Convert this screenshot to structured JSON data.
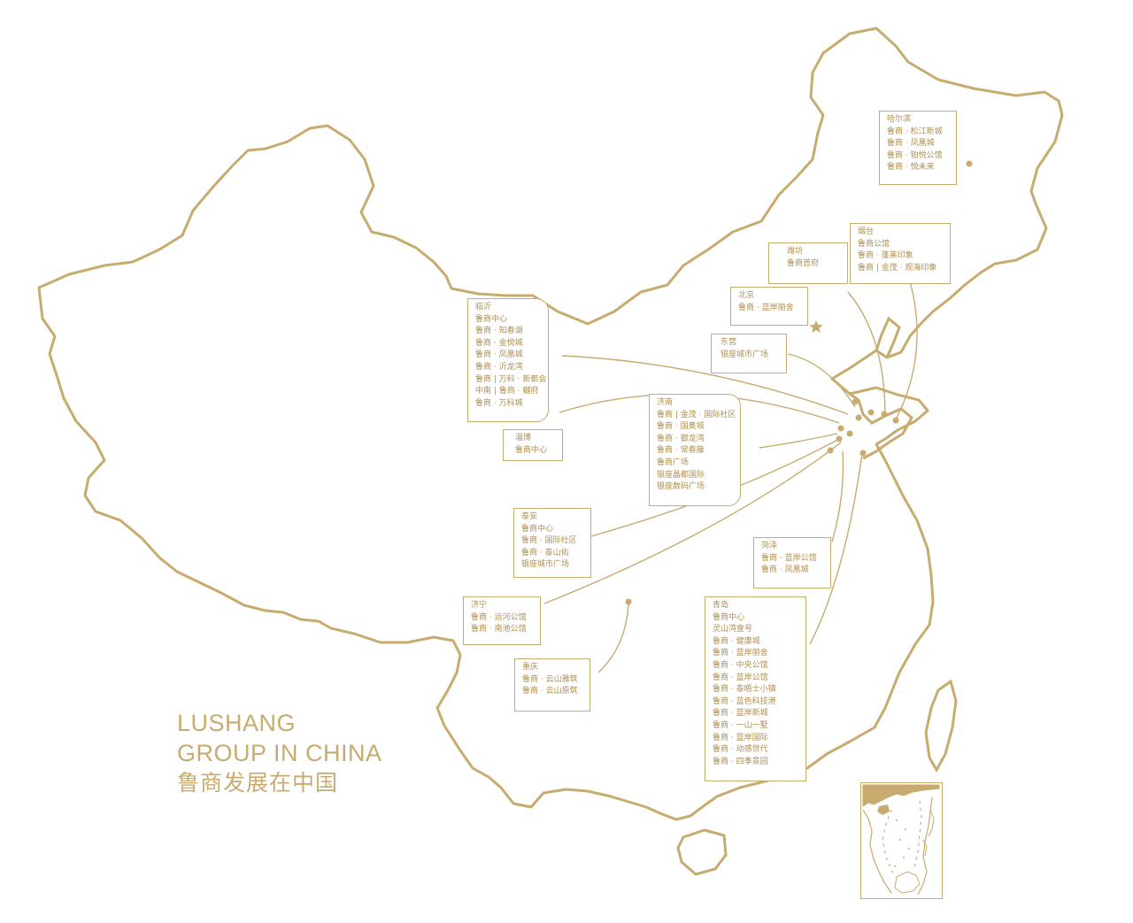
{
  "title": {
    "line1": "LUSHANG",
    "line2": "GROUP IN CHINA",
    "line3": "鲁商发展在中国"
  },
  "colors": {
    "gold": "#c8ab6e",
    "text": "#b08f50",
    "background": "#ffffff"
  },
  "cities": [
    {
      "key": "harbin",
      "name": "哈尔滨",
      "projects": [
        "鲁商 · 松江新城",
        "鲁商 · 凤凰城",
        "鲁商 · 铂悦公馆",
        "鲁商 · 悦未来"
      ]
    },
    {
      "key": "yantai",
      "name": "烟台",
      "projects": [
        "鲁商公馆",
        "鲁商 · 蓬莱印象",
        "鲁商 | 金茂 · 观海印象"
      ]
    },
    {
      "key": "weifang",
      "name": "潍坊",
      "projects": [
        "鲁商首府"
      ]
    },
    {
      "key": "beijing",
      "name": "北京",
      "projects": [
        "鲁商 · 蓝岸丽舍"
      ]
    },
    {
      "key": "dongying",
      "name": "东营",
      "projects": [
        "银座城市广场"
      ]
    },
    {
      "key": "linyi",
      "name": "临沂",
      "projects": [
        "鲁商中心",
        "鲁商 · 知春湖",
        "鲁商 · 金悦城",
        "鲁商 · 凤凰城",
        "鲁商 · 沂龙湾",
        "鲁商 | 万科 · 新都会",
        "中南 | 鲁商 · 樾府",
        "鲁商 · 万科城"
      ]
    },
    {
      "key": "zibo",
      "name": "淄博",
      "projects": [
        "鲁商中心"
      ]
    },
    {
      "key": "jinan",
      "name": "济南",
      "projects": [
        "鲁商 | 金茂 · 国际社区",
        "鲁商 · 国奥城",
        "鲁商 · 御龙湾",
        "鲁商 · 常春藤",
        "鲁商广场",
        "银座晶都国际",
        "银座数码广场"
      ]
    },
    {
      "key": "taian",
      "name": "泰安",
      "projects": [
        "鲁商中心",
        "鲁商 · 国际社区",
        "鲁商 · 泰山佑",
        "银座城市广场"
      ]
    },
    {
      "key": "heze",
      "name": "菏泽",
      "projects": [
        "鲁商 · 蓝岸公馆",
        "鲁商 · 凤凰城"
      ]
    },
    {
      "key": "jining",
      "name": "济宁",
      "projects": [
        "鲁商 · 运河公馆",
        "鲁商 · 南池公馆"
      ]
    },
    {
      "key": "chongqing",
      "name": "重庆",
      "projects": [
        "鲁商 · 云山雅筑",
        "鲁商 · 云山原筑"
      ]
    },
    {
      "key": "qingdao",
      "name": "青岛",
      "projects": [
        "鲁商中心",
        "灵山湾壹号",
        "鲁商 · 健康城",
        "鲁商 · 蓝岸丽舍",
        "鲁商 · 中央公馆",
        "鲁商 · 蓝岸公馆",
        "鲁商 · 泰晤士小镇",
        "鲁商 · 蓝色科技港",
        "鲁商 · 蓝岸新城",
        "鲁商 · 一山一墅",
        "鲁商 · 蓝岸国际",
        "鲁商 · 动感世代",
        "鲁商 · 四季景园"
      ]
    }
  ]
}
